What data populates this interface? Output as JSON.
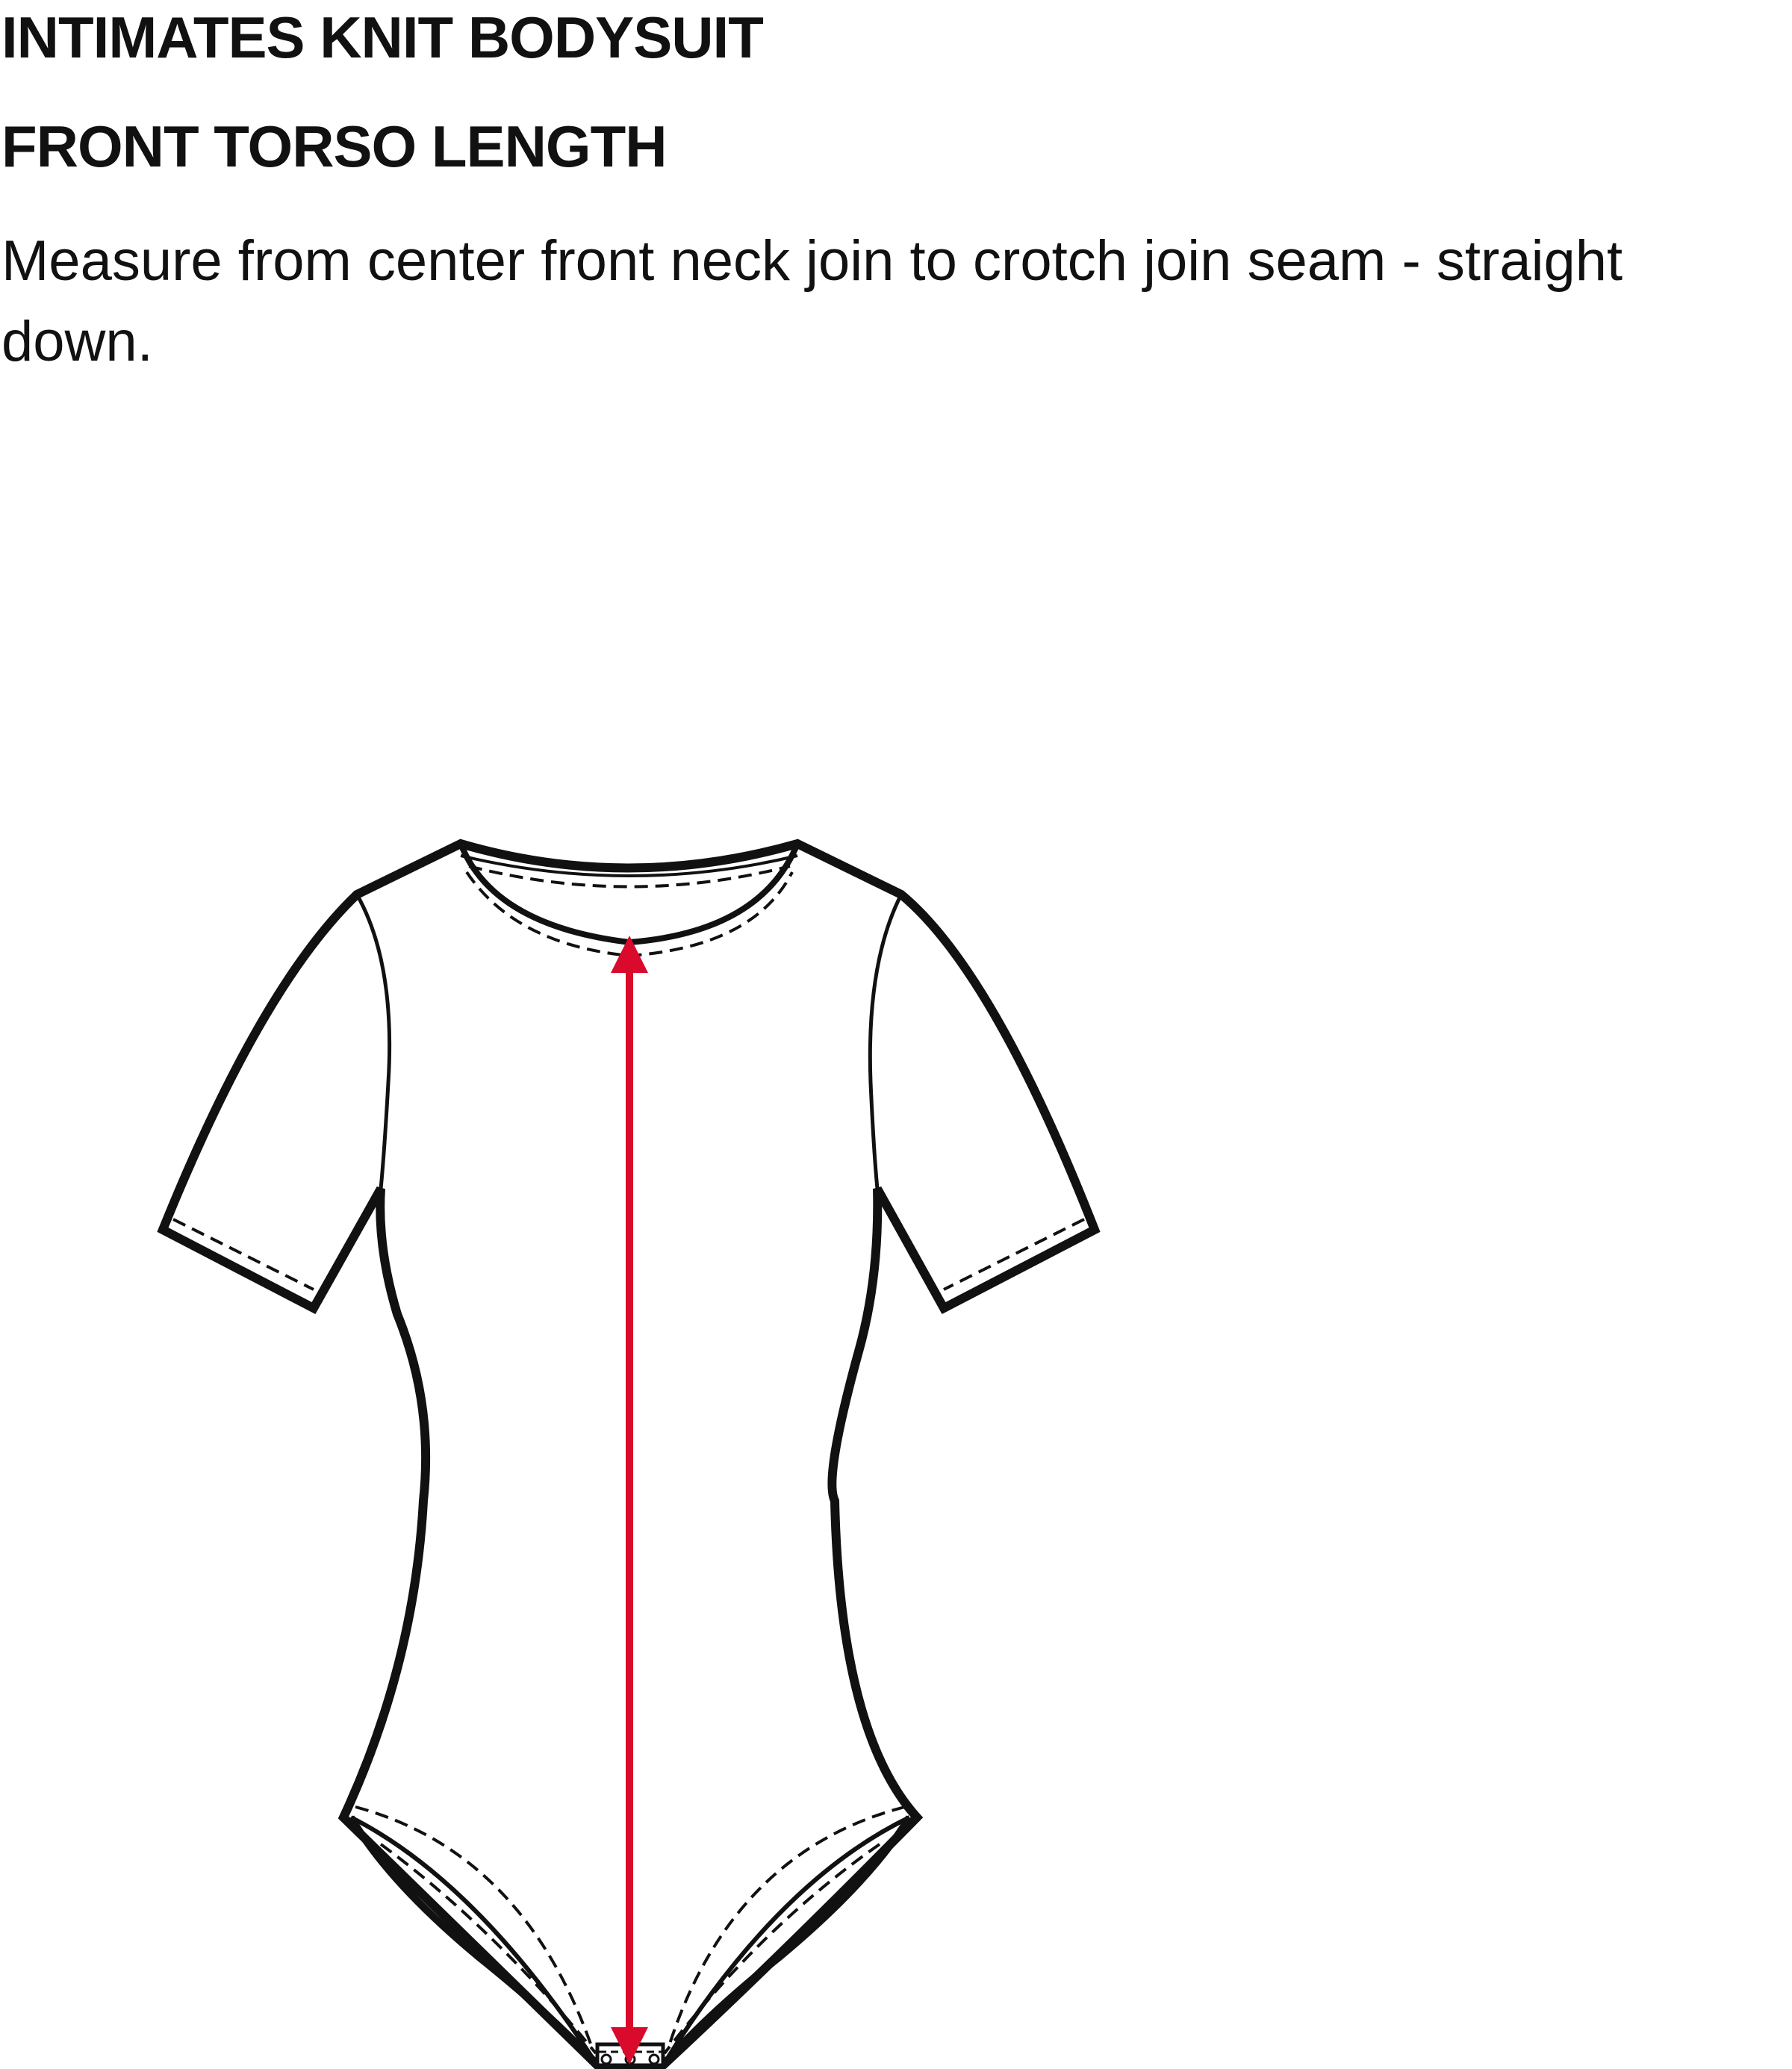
{
  "header": {
    "title": "INTIMATES KNIT BODYSUIT",
    "subtitle": "FRONT TORSO LENGTH",
    "instruction": "Measure from center front neck join to crotch join seam - straight down."
  },
  "colors": {
    "outline": "#111111",
    "measure_arrow": "#d90a2c",
    "background": "#ffffff"
  }
}
